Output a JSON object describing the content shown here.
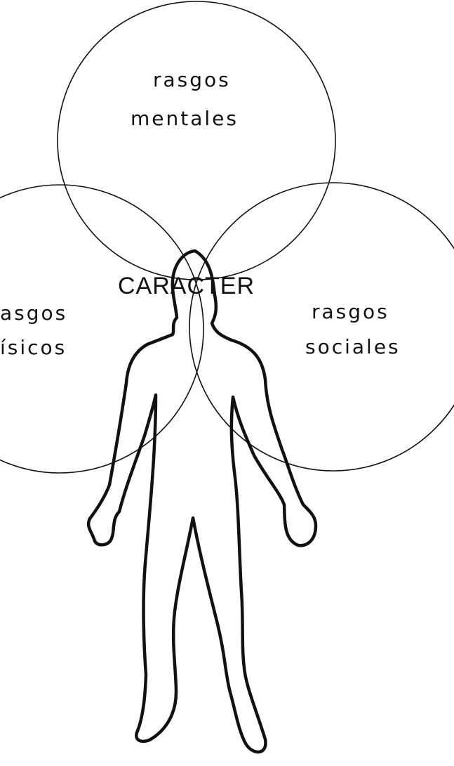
{
  "circles": [
    {
      "id": "mentales",
      "line1": "rasgos",
      "line2": "mentales"
    },
    {
      "id": "fisicos",
      "line1": "asgos",
      "line2": "ísicos"
    },
    {
      "id": "sociales",
      "line1": "rasgos",
      "line2": "sociales"
    }
  ],
  "center_label": "CARACTER",
  "colors": {
    "ink": "#111111",
    "background": "#ffffff"
  }
}
